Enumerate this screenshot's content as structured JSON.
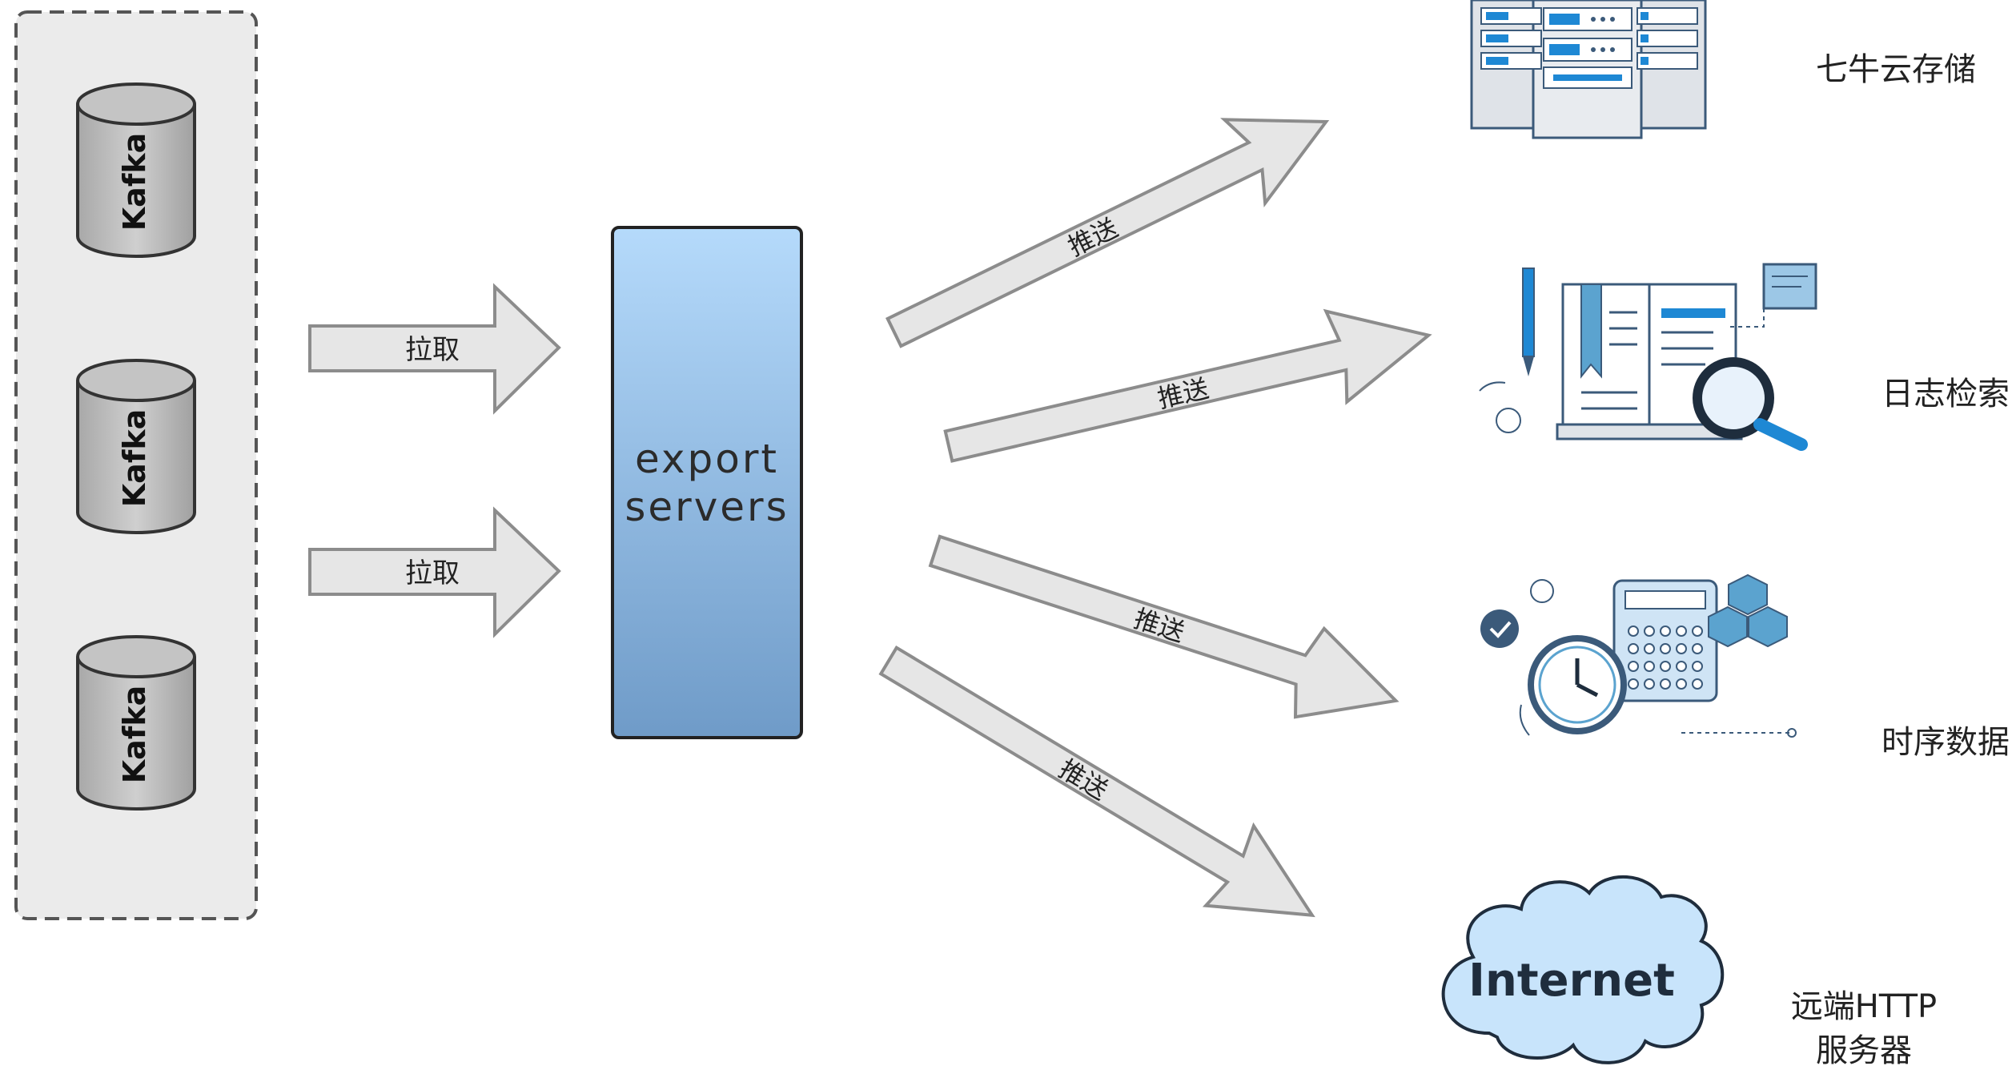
{
  "source": {
    "kafka_nodes": [
      "Kafka",
      "Kafka",
      "Kafka"
    ]
  },
  "pull_arrows": [
    "拉取",
    "拉取"
  ],
  "export_box": {
    "line1": "export",
    "line2": "servers"
  },
  "push_arrows": [
    "推送",
    "推送",
    "推送",
    "推送"
  ],
  "destinations": {
    "qiniu": {
      "label": "七牛云存储",
      "icon": "server-rack-icon"
    },
    "log": {
      "label": "日志检索",
      "icon": "book-search-icon"
    },
    "timeseries": {
      "label": "时序数据",
      "icon": "clock-calculator-icon"
    },
    "http": {
      "label_line1": "远端HTTP",
      "label_line2": "服务器",
      "cloud_text": "Internet",
      "icon": "cloud-icon"
    }
  },
  "colors": {
    "arrow_fill": "#e6e6e6",
    "arrow_stroke": "#8c8c8c",
    "kafka_fill": "#bfbfbf",
    "container_fill": "#ebebeb",
    "box_top": "#b5dafb",
    "box_bottom": "#6f9bc8",
    "cloud_fill": "#c8e4fb",
    "accent_blue": "#1e88d4",
    "icon_dark": "#3b5a7a"
  }
}
